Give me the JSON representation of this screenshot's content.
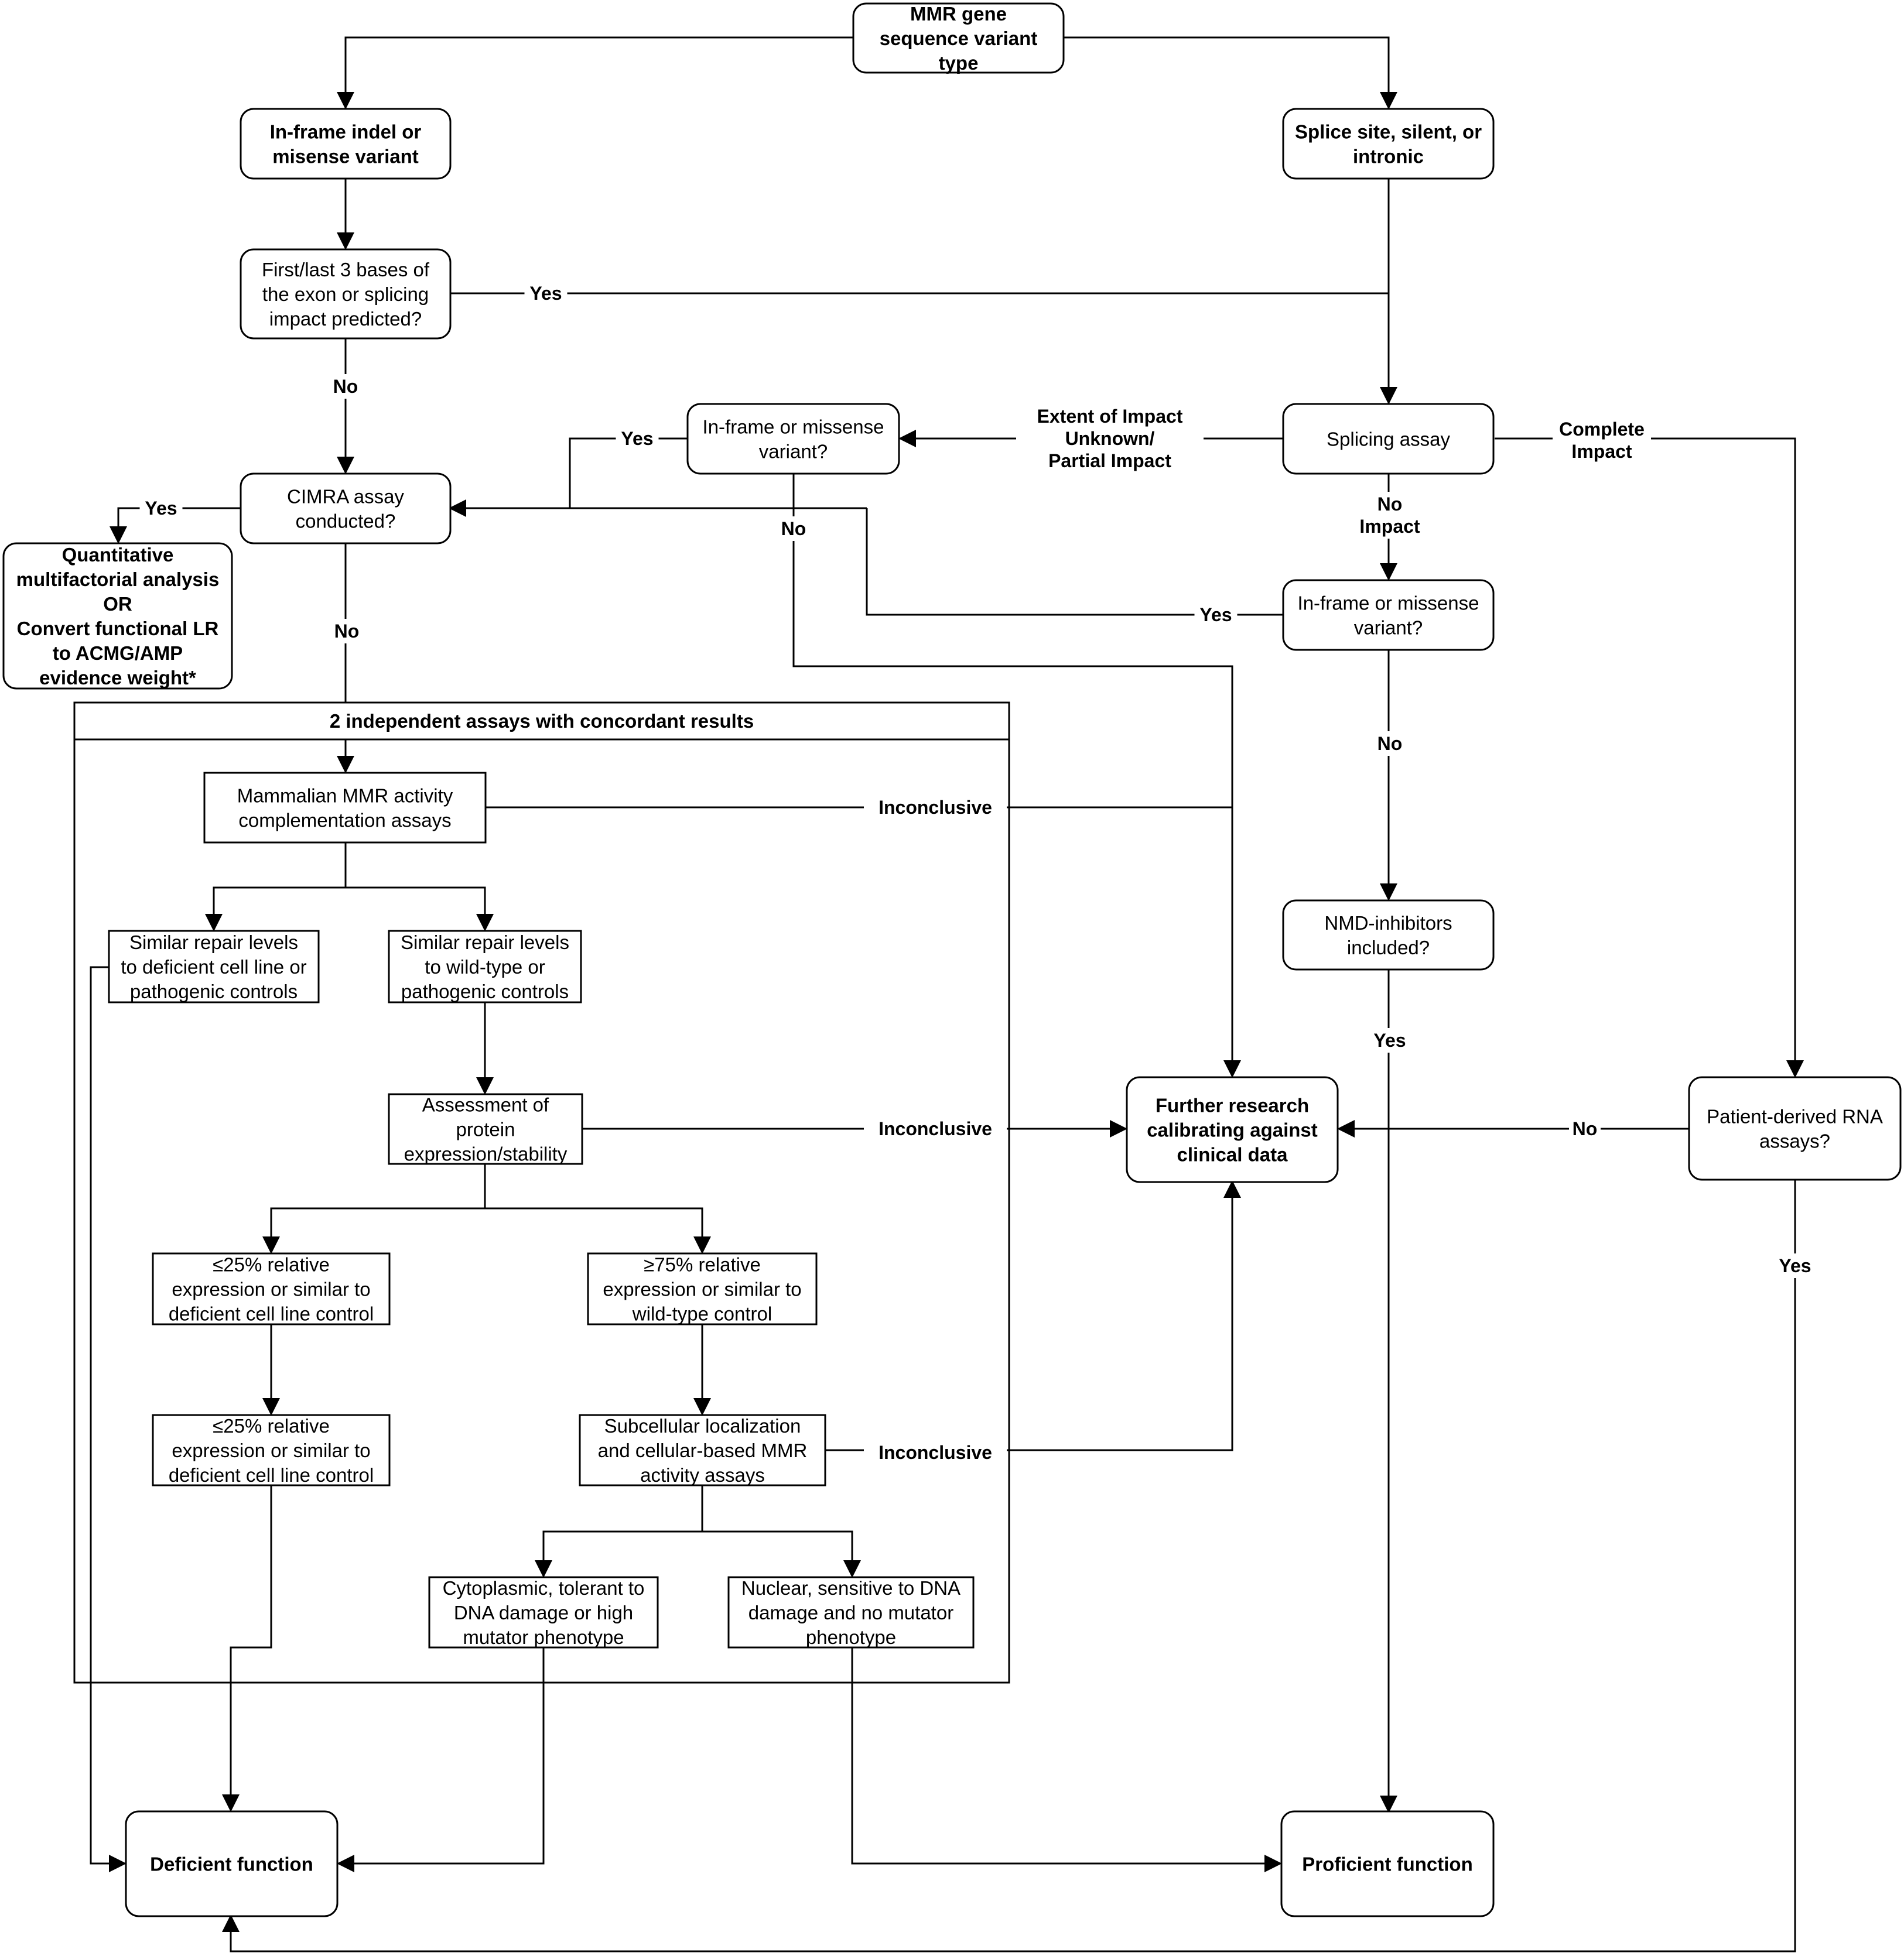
{
  "nodes": {
    "variant_type": [
      "MMR gene",
      "sequence variant",
      "type"
    ],
    "inframe_missense": [
      "In-frame indel or",
      "misense variant"
    ],
    "splice_silent": [
      "Splice site, silent, or",
      "intronic"
    ],
    "first_last_bases": [
      "First/last 3 bases of",
      "the exon or splicing",
      "impact predicted?"
    ],
    "splicing_assay": [
      "Splicing assay"
    ],
    "inframe_q1": [
      "In-frame or missense",
      "variant?"
    ],
    "cimra": [
      "CIMRA assay",
      "conducted?"
    ],
    "quantitative": [
      "Quantitative",
      "multifactorial analysis",
      "OR",
      "Convert functional LR",
      "to ACMG/AMP",
      "evidence weight*"
    ],
    "inframe_q2": [
      "In-frame or missense",
      "variant?"
    ],
    "independent_assays": [
      "2 independent assays with concordant results"
    ],
    "mammalian": [
      "Mammalian MMR activity",
      "complementation assays"
    ],
    "similar_deficient": [
      "Similar repair levels",
      "to deficient cell line or",
      "pathogenic controls"
    ],
    "similar_wildtype": [
      "Similar repair levels",
      "to wild-type or",
      "pathogenic controls"
    ],
    "nmd": [
      "NMD-inhibitors",
      "included?"
    ],
    "assessment": [
      "Assessment of",
      "protein",
      "expression/stability"
    ],
    "further_research": [
      "Further research",
      "calibrating against",
      "clinical data"
    ],
    "patient_rna": [
      "Patient-derived RNA",
      "assays?"
    ],
    "le25_a": [
      "≤25% relative",
      "expression or similar to",
      "deficient cell line control"
    ],
    "ge75": [
      "≥75% relative",
      "expression or similar to",
      "wild-type control"
    ],
    "le25_b": [
      "≤25% relative",
      "expression or similar to",
      "deficient cell line control"
    ],
    "subcellular": [
      "Subcellular localization",
      "and cellular-based MMR",
      "activity assays"
    ],
    "cytoplasmic": [
      "Cytoplasmic, tolerant to",
      "DNA damage or high",
      "mutator phenotype"
    ],
    "nuclear": [
      "Nuclear, sensitive to DNA",
      "damage and no mutator",
      "phenotype"
    ],
    "deficient": [
      "Deficient function"
    ],
    "proficient": [
      "Proficient function"
    ]
  },
  "edge_labels": {
    "yes_first": [
      "Yes"
    ],
    "no_first": [
      "No"
    ],
    "extent_partial": [
      "Extent of Impact",
      "Unknown/",
      "Partial Impact"
    ],
    "complete_impact": [
      "Complete",
      "Impact"
    ],
    "yes_inframe1": [
      "Yes"
    ],
    "no_inframe1": [
      "No"
    ],
    "yes_cimra": [
      "Yes"
    ],
    "no_cimra": [
      "No"
    ],
    "no_impact": [
      "No",
      "Impact"
    ],
    "yes_inframe2": [
      "Yes"
    ],
    "no_inframe2": [
      "No"
    ],
    "inconclusive_1": [
      "Inconclusive"
    ],
    "yes_nmd": [
      "Yes"
    ],
    "inconclusive_2": [
      "Inconclusive"
    ],
    "no_rna": [
      "No"
    ],
    "yes_rna": [
      "Yes"
    ],
    "inconclusive_3": [
      "Inconclusive"
    ]
  }
}
